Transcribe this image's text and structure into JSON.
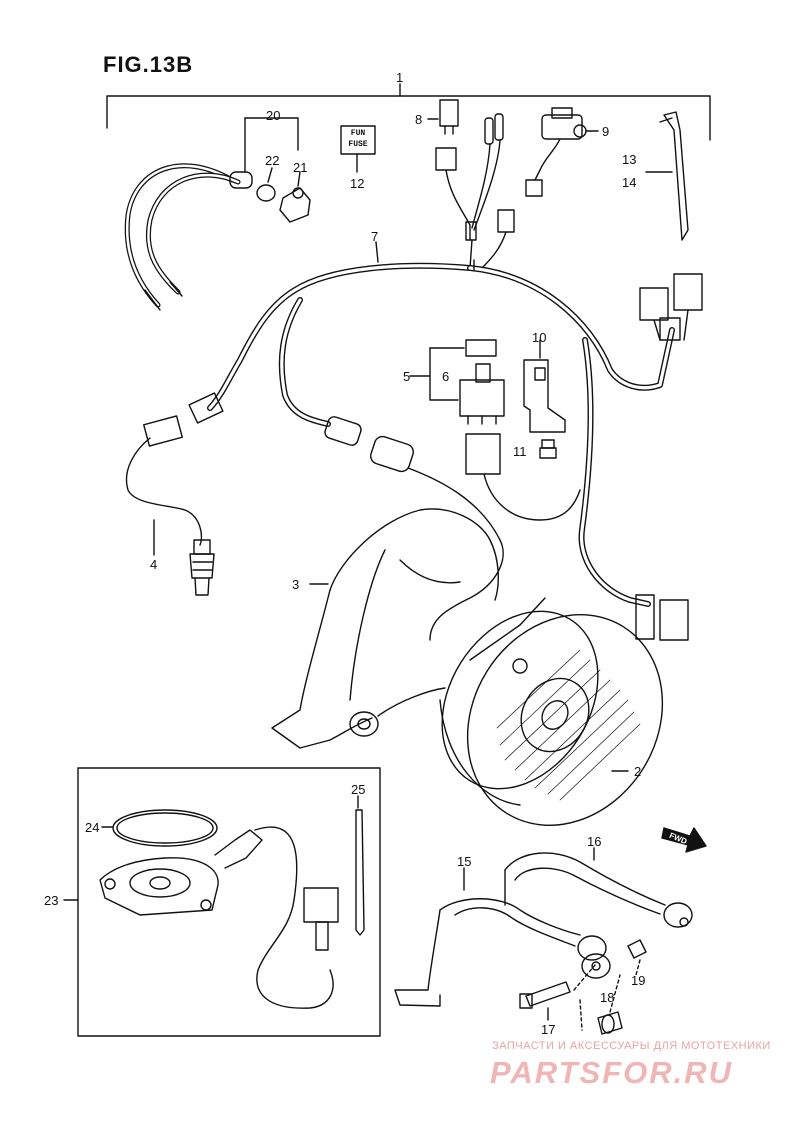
{
  "figure": {
    "title": "FIG.13B"
  },
  "callouts": [
    {
      "id": "1",
      "text": "1"
    },
    {
      "id": "2",
      "text": "2"
    },
    {
      "id": "3",
      "text": "3"
    },
    {
      "id": "4",
      "text": "4"
    },
    {
      "id": "5",
      "text": "5"
    },
    {
      "id": "6",
      "text": "6"
    },
    {
      "id": "7",
      "text": "7"
    },
    {
      "id": "8",
      "text": "8"
    },
    {
      "id": "9",
      "text": "9"
    },
    {
      "id": "10",
      "text": "10"
    },
    {
      "id": "11",
      "text": "11"
    },
    {
      "id": "12",
      "text": "12"
    },
    {
      "id": "13",
      "text": "13"
    },
    {
      "id": "14",
      "text": "14"
    },
    {
      "id": "15",
      "text": "15"
    },
    {
      "id": "16",
      "text": "16"
    },
    {
      "id": "17",
      "text": "17"
    },
    {
      "id": "18",
      "text": "18"
    },
    {
      "id": "19",
      "text": "19"
    },
    {
      "id": "20",
      "text": "20"
    },
    {
      "id": "21",
      "text": "21"
    },
    {
      "id": "22",
      "text": "22"
    },
    {
      "id": "23",
      "text": "23"
    },
    {
      "id": "24",
      "text": "24"
    },
    {
      "id": "25",
      "text": "25"
    }
  ],
  "fuse_box": {
    "line1": "FUN",
    "line2": "FUSE"
  },
  "fwd_arrow": {
    "label": "FWD"
  },
  "watermark": {
    "tagline": "ЗАПЧАСТИ И АКСЕССУАРЫ ДЛЯ МОТОТЕХНИКИ",
    "logo": "PARTSFOR.RU"
  }
}
